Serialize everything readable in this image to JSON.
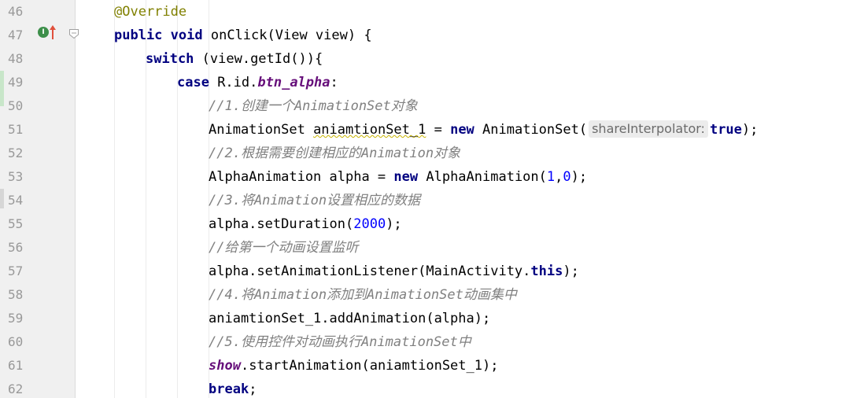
{
  "editor": {
    "line_numbers": [
      "46",
      "47",
      "48",
      "49",
      "50",
      "51",
      "52",
      "53",
      "54",
      "55",
      "56",
      "57",
      "58",
      "59",
      "60",
      "61",
      "62"
    ],
    "override_marker_letter": "I",
    "code": {
      "l46": {
        "annotation": "@Override"
      },
      "l47": {
        "kw1": "public",
        "kw2": "void",
        "rest": " onClick(View view) {"
      },
      "l48": {
        "kw": "switch",
        "rest": " (view.getId()){"
      },
      "l49": {
        "kw": "case",
        "pre": " R.id.",
        "field": "btn_alpha",
        "post": ":"
      },
      "l50": {
        "comment": "//1.创建一个AnimationSet对象"
      },
      "l51": {
        "pre": "AnimationSet ",
        "var": "aniamtionSet_1",
        "mid": " = ",
        "kw": "new",
        "call": " AnimationSet(",
        "hint": "shareInterpolator:",
        "kw2": "true",
        "post": ");"
      },
      "l52": {
        "comment": "//2.根据需要创建相应的Animation对象"
      },
      "l53": {
        "pre": "AlphaAnimation alpha = ",
        "kw": "new",
        "call": " AlphaAnimation(",
        "num1": "1",
        "sep": ",",
        "num2": "0",
        "post": ");"
      },
      "l54": {
        "comment": "//3.将Animation设置相应的数据"
      },
      "l55": {
        "pre": "alpha.setDuration(",
        "num": "2000",
        "post": ");"
      },
      "l56": {
        "comment": "//给第一个动画设置监听"
      },
      "l57": {
        "pre": "alpha.setAnimationListener(MainActivity.",
        "kw": "this",
        "post": ");"
      },
      "l58": {
        "comment": "//4.将Animation添加到AnimationSet动画集中"
      },
      "l59": {
        "text": "aniamtionSet_1.addAnimation(alpha);"
      },
      "l60": {
        "comment": "//5.使用控件对动画执行AnimationSet中"
      },
      "l61": {
        "field": "show",
        "rest": ".startAnimation(aniamtionSet_1);"
      },
      "l62": {
        "kw": "break",
        "post": ";"
      }
    }
  },
  "colors": {
    "keyword": "#000080",
    "annotation": "#808000",
    "comment": "#808080",
    "number": "#0000ff",
    "field": "#660e7a",
    "gutter": "#f0f0f0"
  },
  "icons": {
    "override_marker": "implements-override-icon",
    "up_arrow": "up-arrow-icon",
    "fold": "fold-marker-icon"
  }
}
